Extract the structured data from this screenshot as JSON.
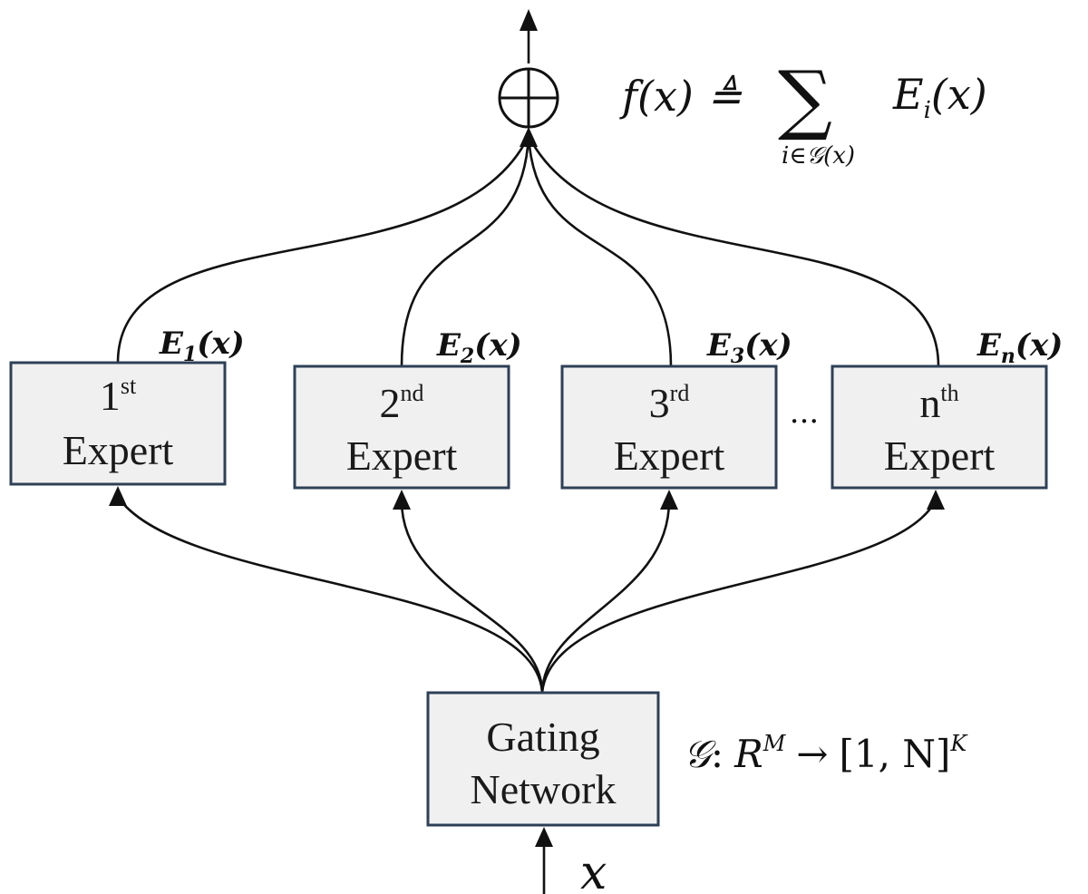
{
  "colors": {
    "box_fill": "#f0f0f0",
    "box_border": "#2e4057",
    "line": "#111111"
  },
  "sum_symbol": "⊕",
  "output_formula": {
    "lhs": "f(x) ≜",
    "sigma": "∑",
    "subscript": "i∈𝒢(x)",
    "term_main": "E",
    "term_sub": "i",
    "term_arg": "(x)"
  },
  "experts": [
    {
      "ordinal": "1",
      "suffix": "st",
      "label": "Expert",
      "output_main": "E",
      "output_sub": "1",
      "output_arg": "(x)"
    },
    {
      "ordinal": "2",
      "suffix": "nd",
      "label": "Expert",
      "output_main": "E",
      "output_sub": "2",
      "output_arg": "(x)"
    },
    {
      "ordinal": "3",
      "suffix": "rd",
      "label": "Expert",
      "output_main": "E",
      "output_sub": "3",
      "output_arg": "(x)"
    },
    {
      "ordinal": "n",
      "suffix": "th",
      "label": "Expert",
      "output_main": "E",
      "output_sub": "n",
      "output_arg": "(x)"
    }
  ],
  "ellipsis": "···",
  "gating": {
    "line1": "Gating",
    "line2": "Network",
    "formula_g": "𝒢",
    "formula_colon": ":",
    "formula_R": "R",
    "formula_M": "M",
    "formula_arrow": "→",
    "formula_interval": "[1, N]",
    "formula_K": "K"
  },
  "input_label": "x"
}
